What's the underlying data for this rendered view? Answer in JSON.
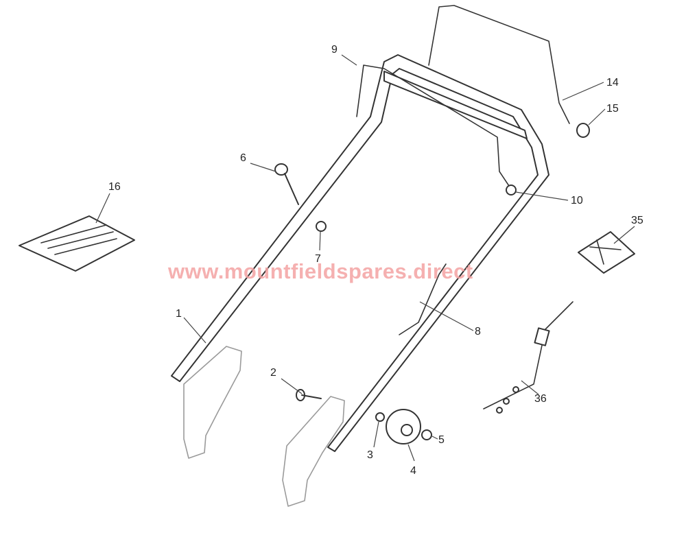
{
  "watermark": "www.mountfieldspares.direct",
  "callouts": [
    "1",
    "2",
    "3",
    "4",
    "5",
    "6",
    "7",
    "8",
    "9",
    "10",
    "14",
    "15",
    "16",
    "35",
    "36"
  ]
}
